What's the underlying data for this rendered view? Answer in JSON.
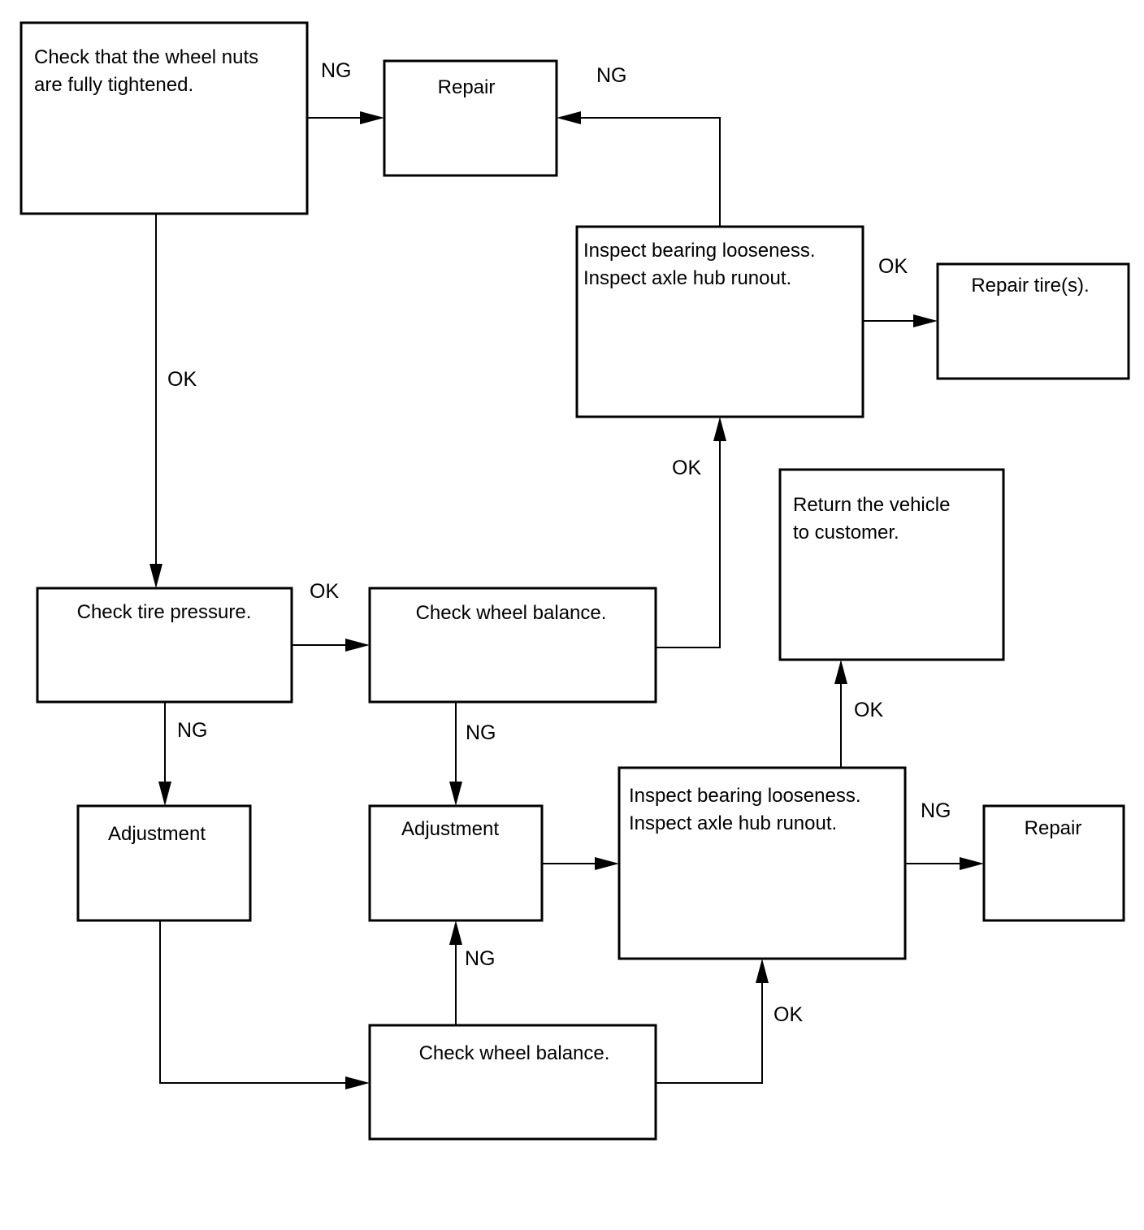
{
  "nodes": {
    "check_nuts": {
      "lines": [
        "Check that the wheel nuts",
        "are fully tightened."
      ]
    },
    "repair_top": {
      "lines": [
        "Repair"
      ]
    },
    "inspect_upper": {
      "lines": [
        "Inspect bearing looseness.",
        "Inspect axle hub runout."
      ]
    },
    "repair_tires": {
      "lines": [
        "Repair tire(s)."
      ]
    },
    "return_vehicle": {
      "lines": [
        "Return the vehicle",
        "to customer."
      ]
    },
    "check_pressure": {
      "lines": [
        "Check tire pressure."
      ]
    },
    "check_balance_upper": {
      "lines": [
        "Check wheel balance."
      ]
    },
    "adjustment_left": {
      "lines": [
        "Adjustment"
      ]
    },
    "adjustment_mid": {
      "lines": [
        "Adjustment"
      ]
    },
    "inspect_lower": {
      "lines": [
        "Inspect bearing looseness.",
        "Inspect axle hub runout."
      ]
    },
    "repair_right": {
      "lines": [
        "Repair"
      ]
    },
    "check_balance_lower": {
      "lines": [
        "Check wheel balance."
      ]
    }
  },
  "edges": [
    {
      "id": "nuts-to-repair",
      "from": "check_nuts",
      "to": "repair_top",
      "label": "NG"
    },
    {
      "id": "nuts-to-pressure",
      "from": "check_nuts",
      "to": "check_pressure",
      "label": "OK"
    },
    {
      "id": "inspect-upper-to-repair",
      "from": "inspect_upper",
      "to": "repair_top",
      "label": "NG"
    },
    {
      "id": "inspect-upper-to-tires",
      "from": "inspect_upper",
      "to": "repair_tires",
      "label": "OK"
    },
    {
      "id": "balance-upper-to-inspect",
      "from": "check_balance_upper",
      "to": "inspect_upper",
      "label": "OK"
    },
    {
      "id": "pressure-to-balance",
      "from": "check_pressure",
      "to": "check_balance_upper",
      "label": "OK"
    },
    {
      "id": "pressure-to-adjust",
      "from": "check_pressure",
      "to": "adjustment_left",
      "label": "NG"
    },
    {
      "id": "balance-upper-to-adjust",
      "from": "check_balance_upper",
      "to": "adjustment_mid",
      "label": "NG"
    },
    {
      "id": "adjust-mid-to-inspect",
      "from": "adjustment_mid",
      "to": "inspect_lower",
      "label": ""
    },
    {
      "id": "inspect-lower-to-return",
      "from": "inspect_lower",
      "to": "return_vehicle",
      "label": "OK"
    },
    {
      "id": "inspect-lower-to-repair",
      "from": "inspect_lower",
      "to": "repair_right",
      "label": "NG"
    },
    {
      "id": "adjust-left-to-balance",
      "from": "adjustment_left",
      "to": "check_balance_lower",
      "label": ""
    },
    {
      "id": "balance-lower-to-adjust",
      "from": "check_balance_lower",
      "to": "adjustment_mid",
      "label": "NG"
    },
    {
      "id": "balance-lower-to-inspect",
      "from": "check_balance_lower",
      "to": "inspect_lower",
      "label": "OK"
    }
  ]
}
